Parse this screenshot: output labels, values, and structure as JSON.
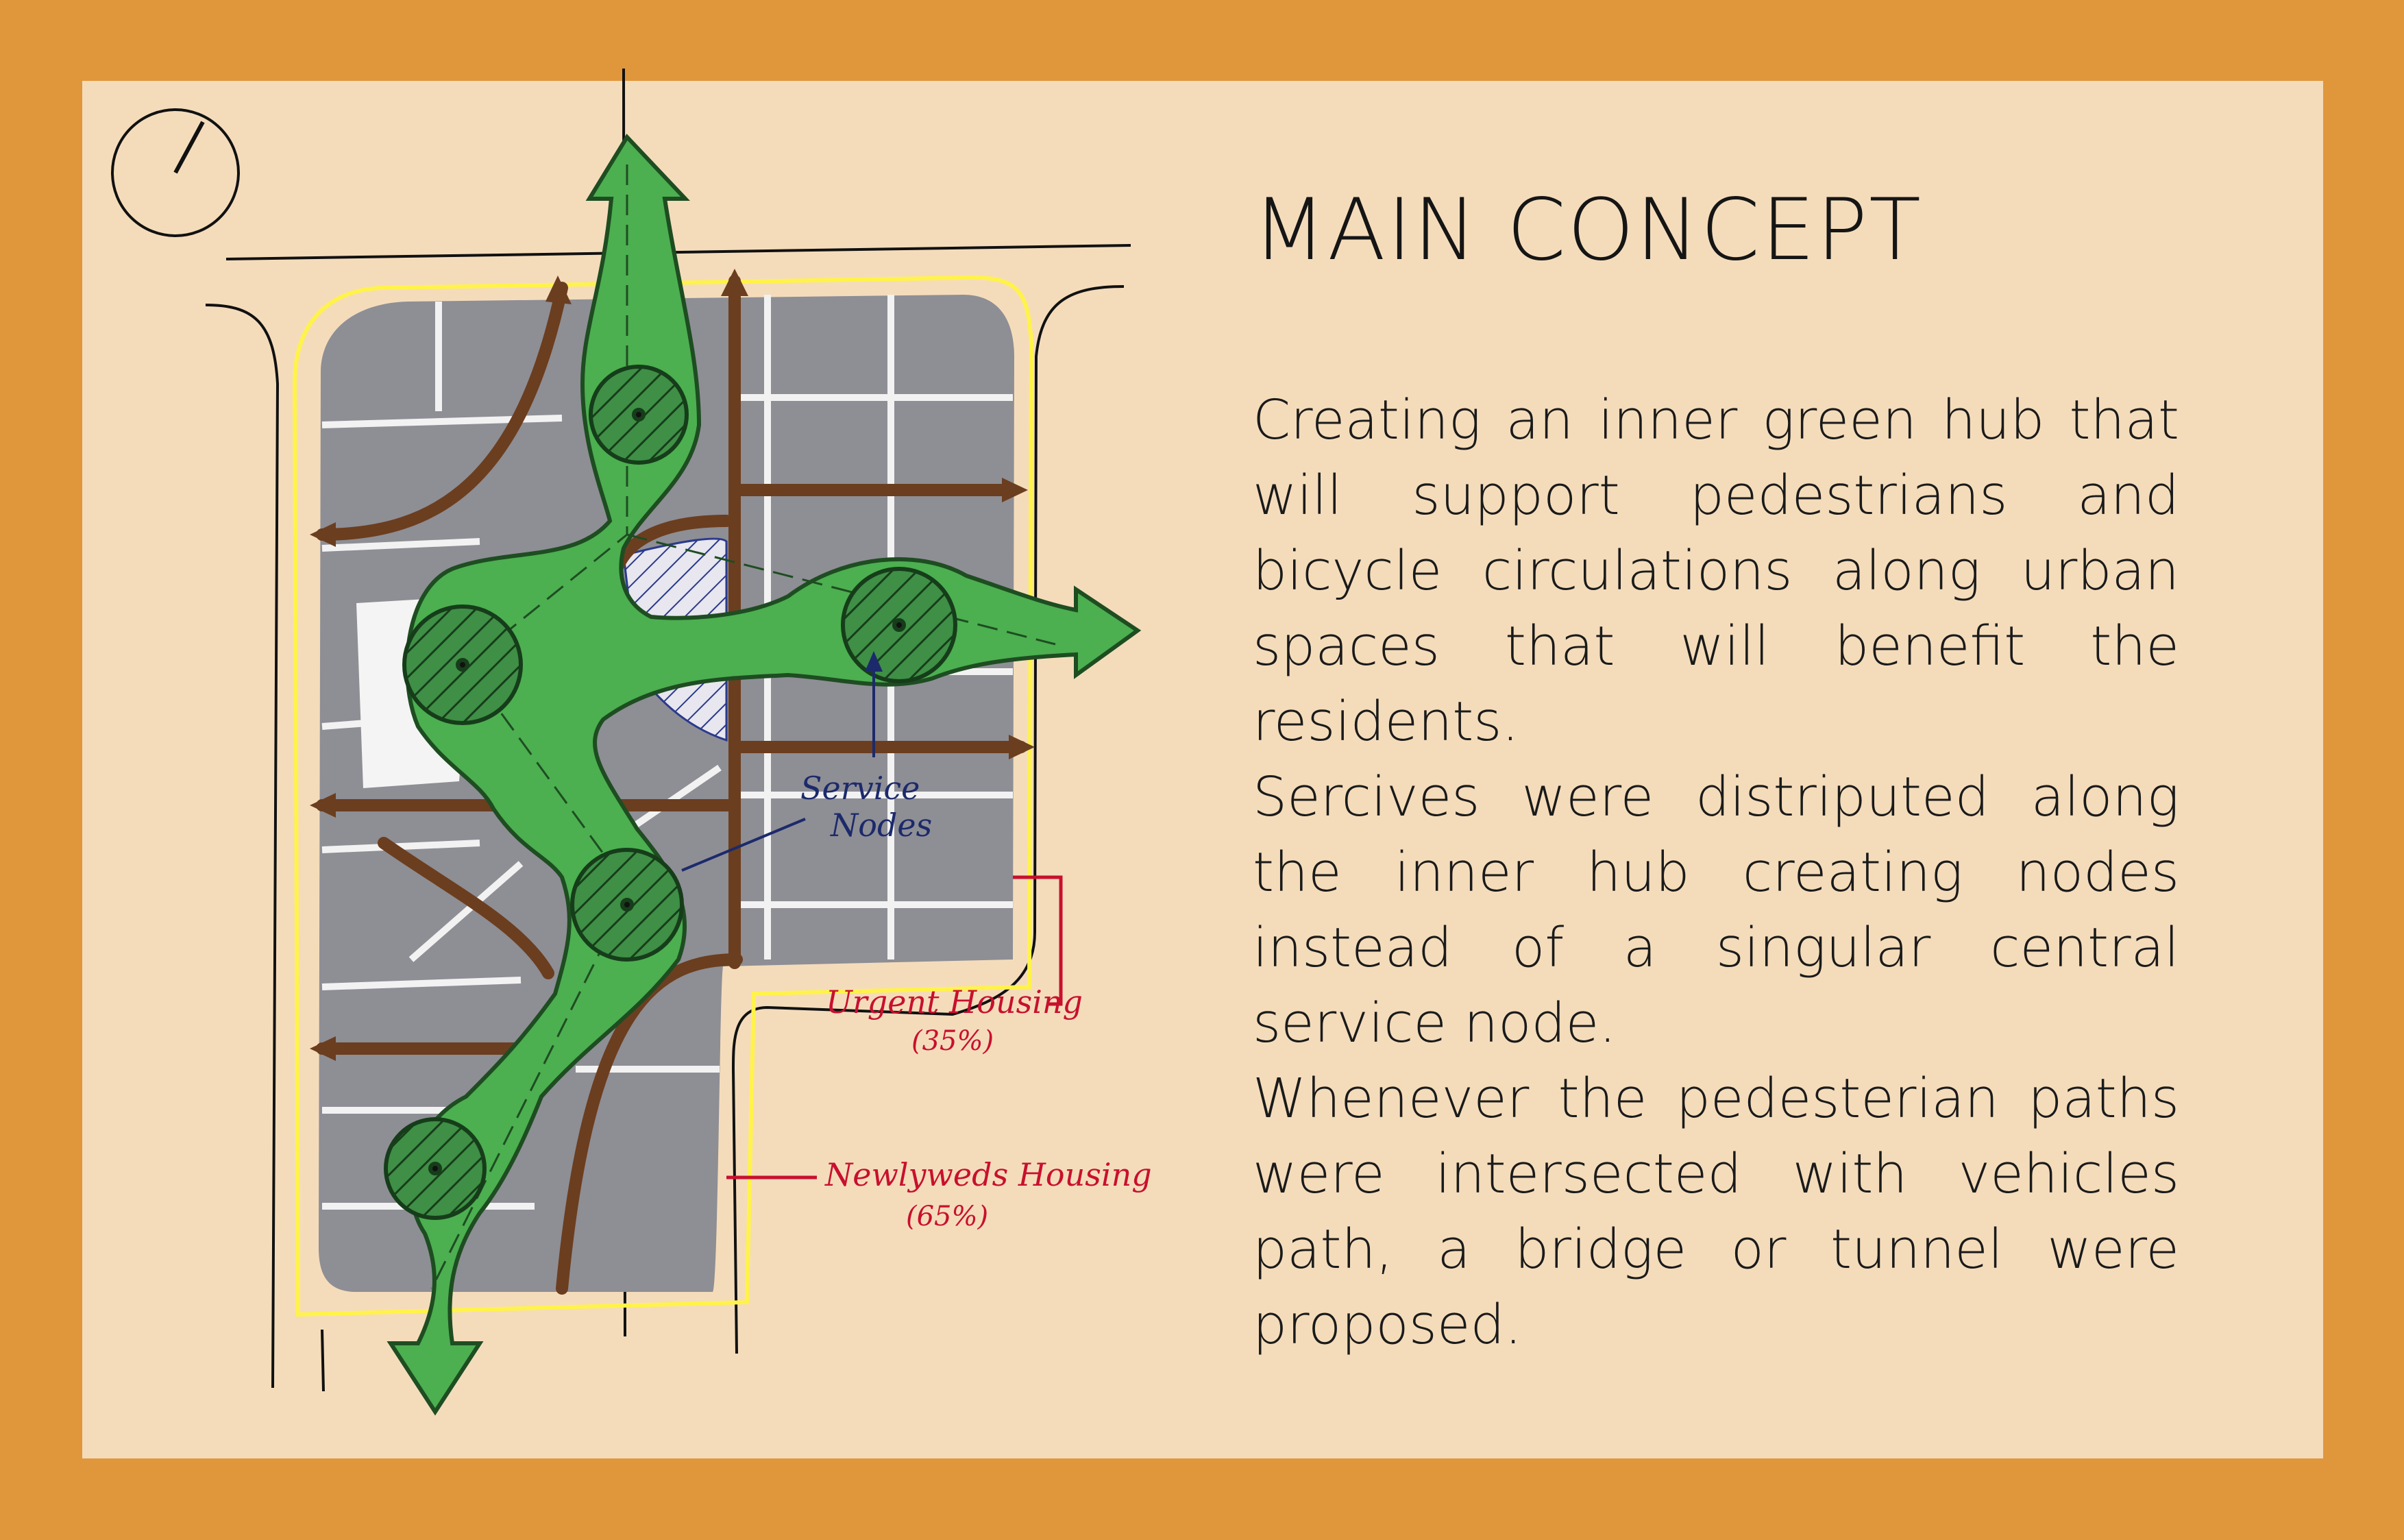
{
  "title": "MAIN CONCEPT",
  "paragraphs": [
    "Creating an inner green hub that will support pedestrians and bicycle circulations along urban spaces that will benefit the residents.",
    "Sercives were distriputed along the inner hub creating nodes instead of a singular central service node.",
    "Whenever the pedesterian paths were intersected with vehicles path, a bridge or tunnel were proposed."
  ],
  "annotations": {
    "service_nodes_line1": "Service",
    "service_nodes_line2": "Nodes",
    "urgent_housing_label": "Urgent Housing",
    "urgent_housing_pct": "(35%)",
    "newlyweds_housing_label": "Newlyweds Housing",
    "newlyweds_housing_pct": "(65%)"
  },
  "colors": {
    "frame": "#E0963B",
    "panel": "#F4DCBB",
    "green_hub": "#4CAF50",
    "vehicle_path": "#6B3E1F",
    "annotation_red": "#C8102E",
    "annotation_blue": "#1C2A6B"
  },
  "icons": {
    "north_arrow": "north-arrow-icon"
  }
}
